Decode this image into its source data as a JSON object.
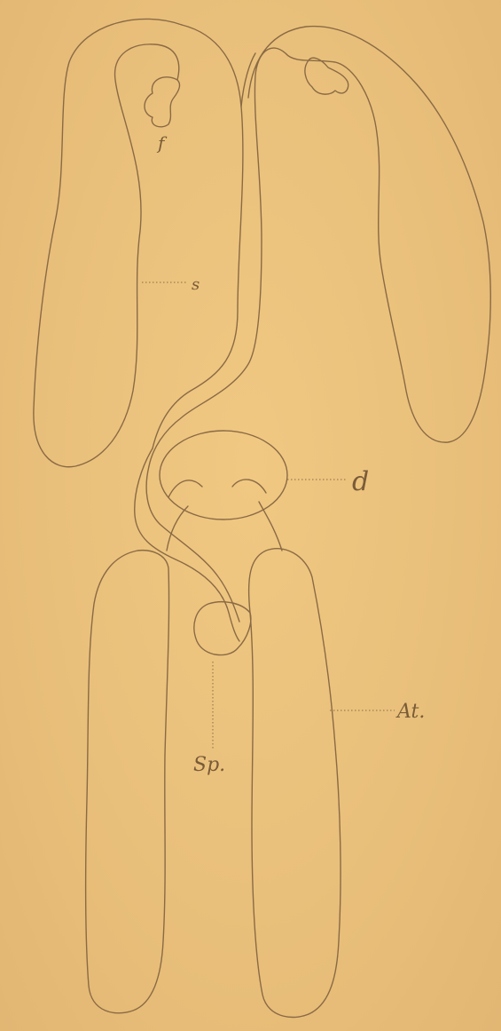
{
  "labels": {
    "upper_gland": "s",
    "duct_mark": "f",
    "reservoir": "d",
    "accessory_gland": "At.",
    "spermatheca": "Sp."
  },
  "colors": {
    "paper": "#e9c17d",
    "ink": "#8a6a45"
  }
}
